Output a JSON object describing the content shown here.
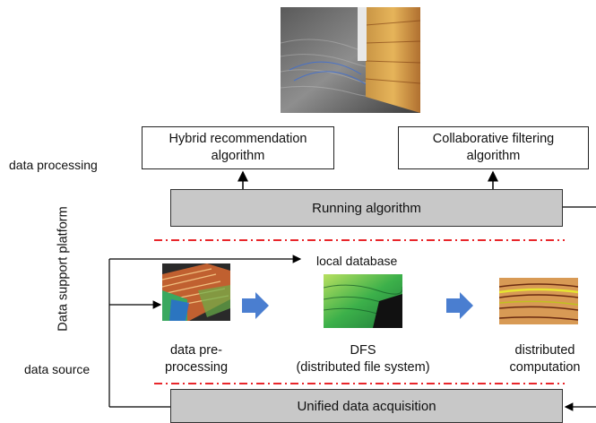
{
  "labels": {
    "data_processing": "data processing",
    "data_support_platform": "Data support platform",
    "data_source": "data source",
    "local_database": "local database"
  },
  "boxes": {
    "hybrid": "Hybrid recommendation algorithm",
    "collaborative": "Collaborative filtering algorithm",
    "running": "Running algorithm",
    "unified": "Unified data acquisition"
  },
  "stages": [
    {
      "line1": "data pre-",
      "line2": "processing"
    },
    {
      "line1": "DFS",
      "line2": "(distributed file system)"
    },
    {
      "line1": "distributed",
      "line2": "computation"
    }
  ],
  "colors": {
    "grey_box": "#c8c8c8",
    "divider": "#e8262b",
    "arrow_fill": "#4a7ed0"
  }
}
